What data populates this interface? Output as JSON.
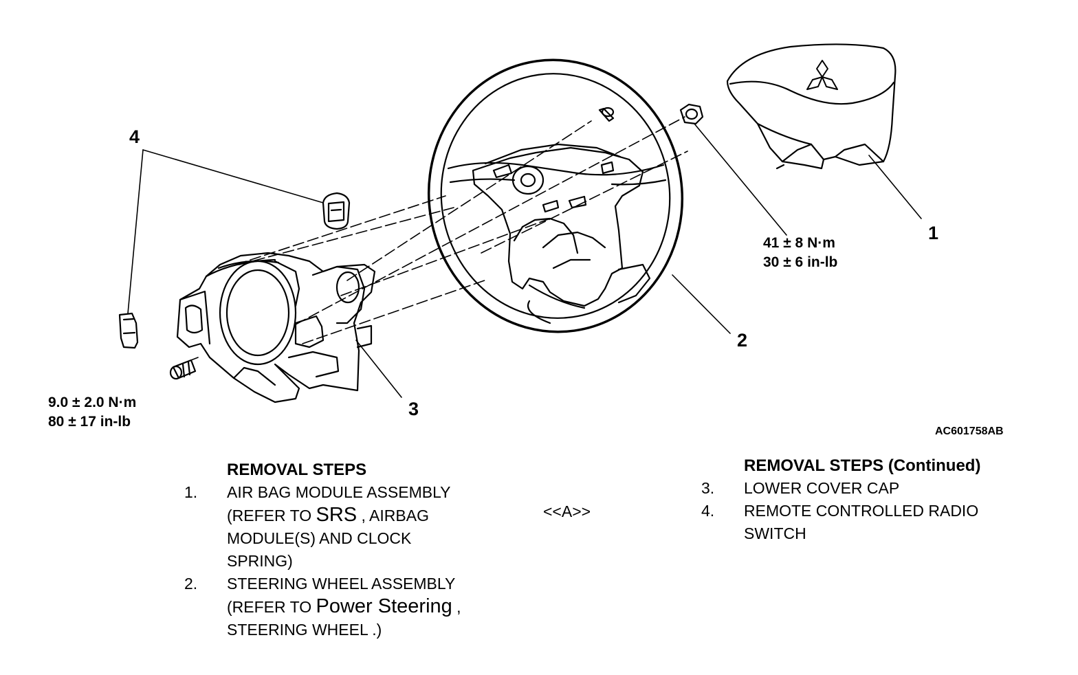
{
  "figure": {
    "code": "AC601758AB",
    "callouts": [
      "1",
      "2",
      "3",
      "4"
    ],
    "torque_specs": [
      {
        "metric": "41 ± 8 N·m",
        "imperial": "30 ± 6 in-lb"
      },
      {
        "metric": "9.0 ± 2.0 N·m",
        "imperial": "80 ± 17 in-lb"
      }
    ],
    "emblem_icon": "mitsubishi-three-diamond-icon"
  },
  "removal_steps": {
    "heading": "REMOVAL STEPS",
    "steps": [
      {
        "number": "1.",
        "line1": "AIR BAG MODULE ASSEMBLY",
        "ref_prefix": "(REFER TO ",
        "ref_link": "SRS",
        "ref_suffix": " , AIRBAG",
        "line3": "MODULE(S) AND CLOCK",
        "line4": "SPRING)",
        "note": "<<A>>"
      },
      {
        "number": "2.",
        "line1": "STEERING WHEEL ASSEMBLY",
        "ref_prefix": "(REFER TO ",
        "ref_link": "Power Steering",
        "ref_suffix": " ,",
        "line3": "STEERING WHEEL .)"
      }
    ]
  },
  "removal_steps_continued": {
    "heading": "REMOVAL STEPS (Continued)",
    "steps": [
      {
        "number": "3.",
        "line1": "LOWER COVER CAP"
      },
      {
        "number": "4.",
        "line1": "REMOTE CONTROLLED RADIO",
        "line2": "SWITCH"
      }
    ]
  }
}
